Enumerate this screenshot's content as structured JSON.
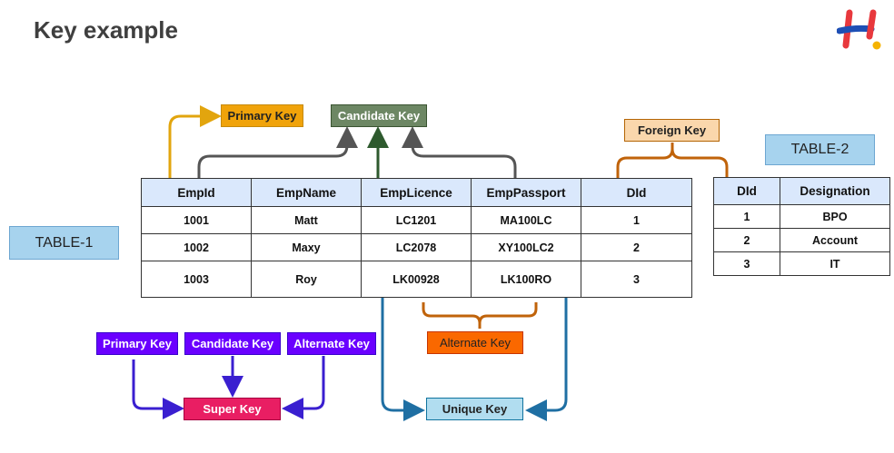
{
  "title": "Key example",
  "table1": {
    "label": "TABLE-1",
    "headers": [
      "EmpId",
      "EmpName",
      "EmpLicence",
      "EmpPassport",
      "DId"
    ],
    "rows": [
      [
        "1001",
        "Matt",
        "LC1201",
        "MA100LC",
        "1"
      ],
      [
        "1002",
        "Maxy",
        "LC2078",
        "XY100LC2",
        "2"
      ],
      [
        "1003",
        "Roy",
        "LK00928",
        "LK100RO",
        "3"
      ]
    ]
  },
  "table2": {
    "label": "TABLE-2",
    "headers": [
      "DId",
      "Designation"
    ],
    "rows": [
      [
        "1",
        "BPO"
      ],
      [
        "2",
        "Account"
      ],
      [
        "3",
        "IT"
      ]
    ]
  },
  "labels": {
    "primary_key": "Primary Key",
    "candidate_key": "Candidate Key",
    "foreign_key": "Foreign Key",
    "alternate_key": "Alternate Key",
    "unique_key": "Unique Key",
    "super_key": "Super Key",
    "super_primary": "Primary Key",
    "super_candidate": "Candidate Key",
    "super_alternate": "Alternate Key"
  },
  "colors": {
    "primary": "#f0a30a",
    "candidate": "#6d8764",
    "foreign": "#fad7ac",
    "alternate": "#fa6800",
    "unique": "#b1ddf0",
    "super": "#e91e63",
    "purple": "#6a00ff",
    "blue_arrow": "#1f6fa3",
    "orange_line": "#c0630a",
    "dark_line": "#555555"
  }
}
